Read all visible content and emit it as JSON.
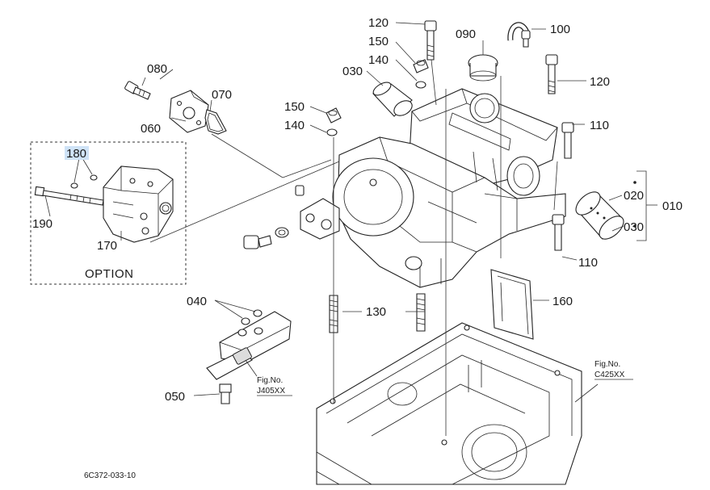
{
  "diagram": {
    "callouts": {
      "c120a": "120",
      "c150a": "150",
      "c140a": "140",
      "c090": "090",
      "c100": "100",
      "c030a": "030",
      "c120b": "120",
      "c080": "080",
      "c070": "070",
      "c060": "060",
      "c150b": "150",
      "c140b": "140",
      "c110a": "110",
      "c180": "180",
      "c020": "020",
      "c010": "010",
      "c030b": "030",
      "c190": "190",
      "c170": "170",
      "c110b": "110",
      "c040": "040",
      "c130": "130",
      "c160": "160",
      "c050": "050"
    },
    "option_label": "OPTION",
    "fig_ref_j_prefix": "Fig.No.",
    "fig_ref_j_code": "J405XX",
    "fig_ref_c_prefix": "Fig.No.",
    "fig_ref_c_code": "C425XX",
    "drawing_code": "6C372-033-10",
    "highlight_color": "#cfe3f7"
  }
}
